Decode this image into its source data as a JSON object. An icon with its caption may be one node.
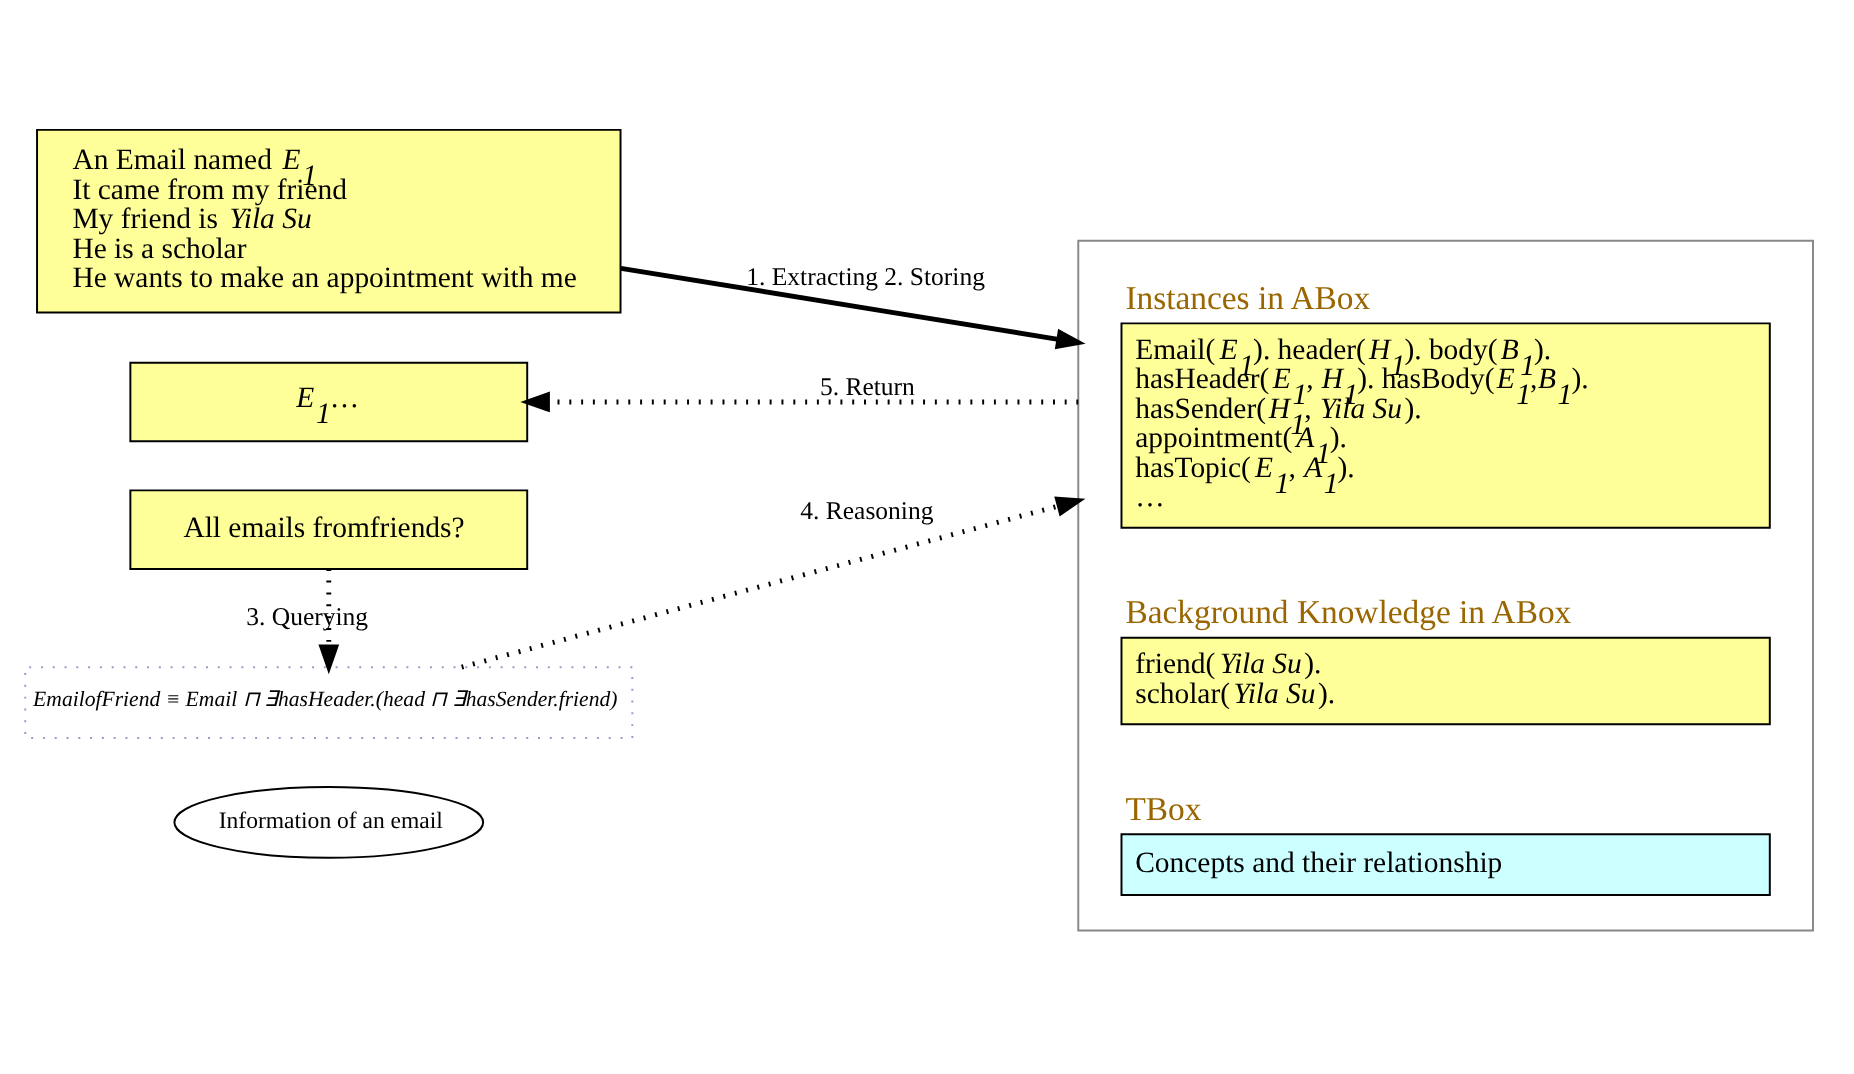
{
  "diagram": {
    "nodes": [
      {
        "text": [
          "Information of an email"
        ]
      },
      {
        "text": [
          "An Email named *E$_{1}$*",
          "It came from my friend",
          "My friend is *Yila Su*",
          "He is a scholar",
          "He wants to make an appointment with me"
        ]
      },
      {
        "text": [],
        "shape": "box"
      },
      {
        "text": [
          "Instances in ABox",
          "Email(*E$_{1}$*). header(*H$_{1}$*). body(*B$_{1}$*).",
          "hasHeader(*E$_{1}$*, *H$_{1}$*). hasBody(*E$_{1}$*,*B$_{1}$*).",
          "hasSender(*H$_{1}$*, *Yila Su*).",
          "appointment(*A$_{1}$*).",
          "hasTopic(*E$_{1}$*, *A$_{1}$*).",
          "…"
        ],
        "in": 2
      },
      {
        "text": [
          "Background Knowledge in ABox",
          "friend(*Yila Su*).",
          "scholar(*Yila Su*)."
        ],
        "in": 2
      },
      {
        "text": [
          "TBox",
          "Concepts and their relationship"
        ],
        "in": 2
      },
      {
        "text": [
          "EmailofFriend ≡ Email ⊓ ∃hasHeader.(head ⊓ ∃hasSender.friend)"
        ]
      },
      {
        "text": [
          "All emails fromfriends?"
        ]
      },
      {
        "text": [
          "*E$_{1}$*…"
        ]
      }
    ],
    "edges": [
      {
        "from": 1,
        "to": 2,
        "arrow": "to",
        "label": "1. Extracting 2. Storing"
      },
      {
        "from": 7,
        "to": 6,
        "arrow": "to",
        "label": "3. Querying",
        "style": "dashed"
      },
      {
        "from": 6,
        "to": 2,
        "arrow": "to",
        "label": "4. Reasoning",
        "style": "dashed"
      },
      {
        "from": 2,
        "to": 8,
        "arrow": "to",
        "label": "5. Return",
        "style": "dashed"
      }
    ]
  }
}
